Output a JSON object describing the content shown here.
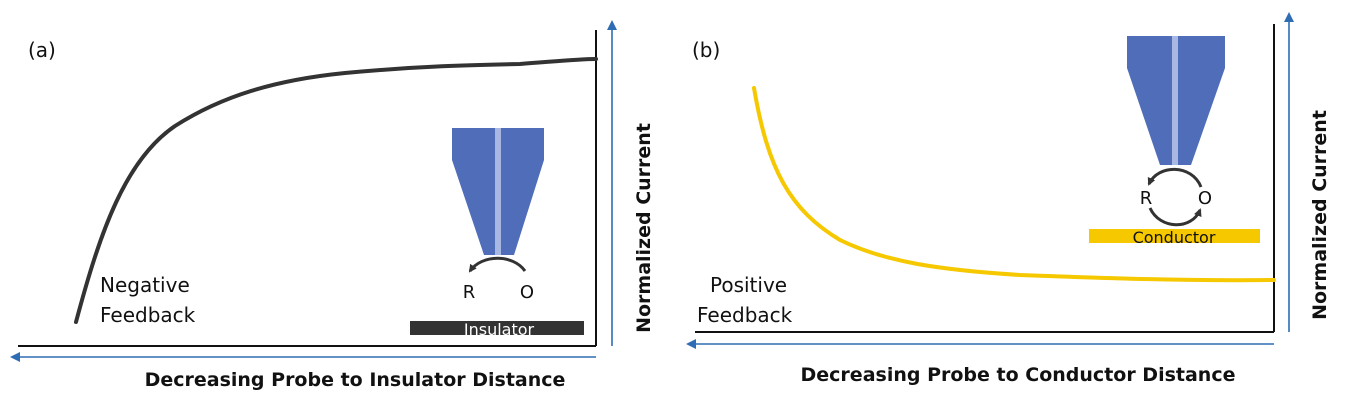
{
  "colors": {
    "negative_curve": "#333333",
    "positive_curve": "#f5c800",
    "axis_arrow": "#2e6db4",
    "tip": "#4f6db8",
    "tip_core": "#a9b8e2",
    "insulator": "#333333",
    "conductor": "#f5c800"
  },
  "panel_a": {
    "tag": "(a)",
    "feedback_line1": "Negative",
    "feedback_line2": "Feedback",
    "x_axis_label": "Decreasing Probe to Insulator Distance",
    "y_axis_label": "Normalized Current",
    "substrate_label": "Insulator",
    "species_left": "R",
    "species_right": "O"
  },
  "panel_b": {
    "tag": "(b)",
    "feedback_line1": "Positive",
    "feedback_line2": "Feedback",
    "x_axis_label": "Decreasing Probe to Conductor Distance",
    "y_axis_label": "Normalized Current",
    "substrate_label": "Conductor",
    "species_left": "R",
    "species_right": "O"
  }
}
